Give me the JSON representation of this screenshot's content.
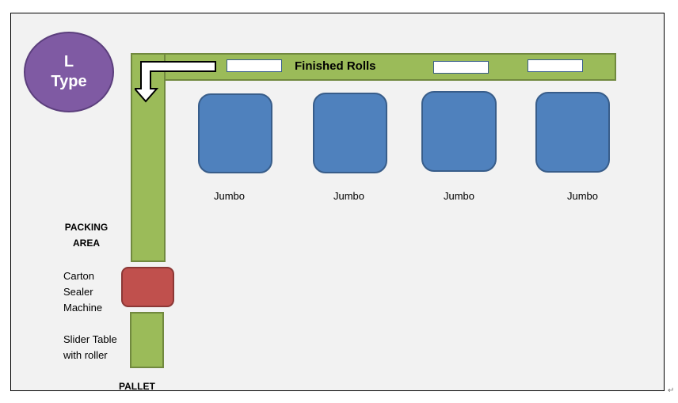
{
  "layout_type": {
    "line1": "L",
    "line2": "Type"
  },
  "conveyor_label": "Finished Rolls",
  "jumbo_label": "Jumbo",
  "jumbos": [
    "Jumbo",
    "Jumbo",
    "Jumbo",
    "Jumbo"
  ],
  "packing_area": {
    "line1": "PACKING",
    "line2": "AREA"
  },
  "carton_sealer": {
    "line1": "Carton",
    "line2": "Sealer",
    "line3": "Machine"
  },
  "slider_table": {
    "line1": "Slider Table",
    "line2": "with roller"
  },
  "pallet": "PALLET",
  "paragraph_mark": "↵",
  "colors": {
    "background": "#f2f2f2",
    "circle": "#7f5aa3",
    "conveyor": "#9bbb59",
    "jumbo": "#4f81bd",
    "sealer": "#c0504d"
  }
}
